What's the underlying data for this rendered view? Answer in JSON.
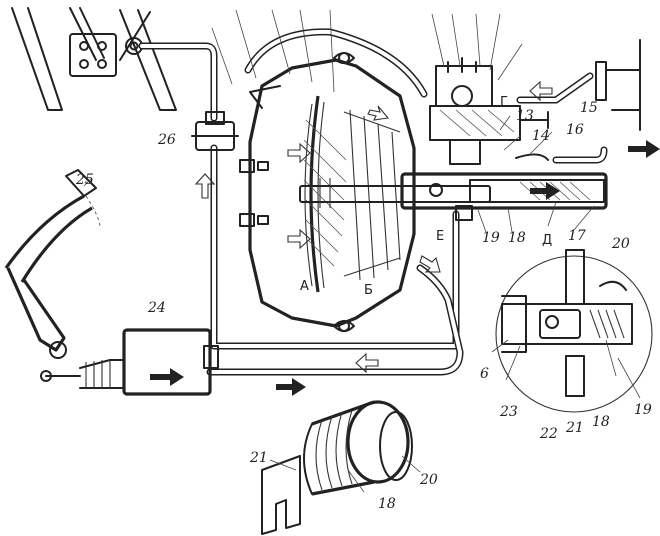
{
  "callouts": {
    "c6": "6",
    "c13": "13",
    "c14": "14",
    "c15": "15",
    "c16": "16",
    "c17": "17",
    "c18a": "18",
    "c18b": "18",
    "c18c": "18",
    "c19a": "19",
    "c19b": "19",
    "c20a": "20",
    "c20b": "20",
    "c21a": "21",
    "c21b": "21",
    "c22": "22",
    "c23": "23",
    "c24": "24",
    "c25": "25",
    "c26": "26"
  },
  "letters": {
    "A": "А",
    "B": "Б",
    "G": "Г",
    "D": "Д",
    "E": "Е"
  }
}
